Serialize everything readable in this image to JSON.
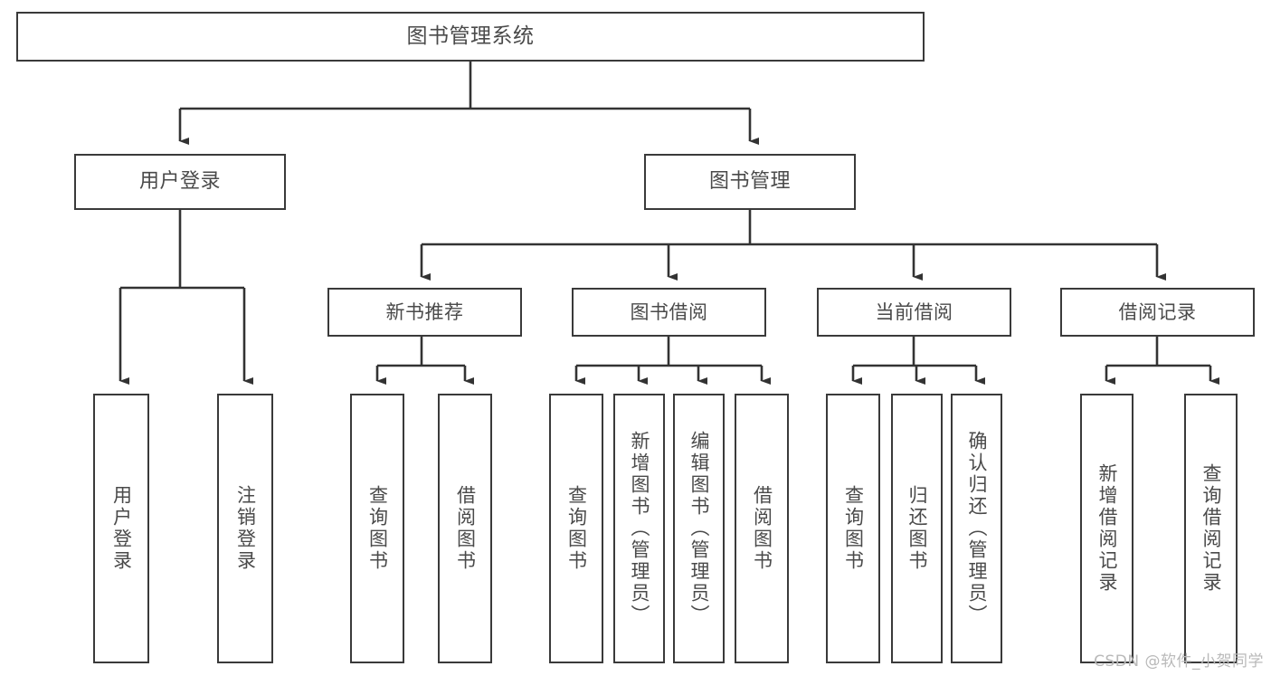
{
  "diagram": {
    "title": "图书管理系统",
    "type": "tree",
    "watermark": "CSDN @软件_小贺同学",
    "colors": {
      "box_border": "#3a3a3a",
      "box_fill": "#ffffff",
      "connector": "#333333",
      "text": "#4a4a4a",
      "watermark": "#b9b9b9",
      "background": "#ffffff"
    },
    "nodes": {
      "root": {
        "label": "图书管理系统"
      },
      "level2": [
        {
          "id": "user-login",
          "label": "用户登录"
        },
        {
          "id": "book-management",
          "label": "图书管理"
        }
      ],
      "level3": [
        {
          "id": "new-book-recommend",
          "label": "新书推荐"
        },
        {
          "id": "book-borrow",
          "label": "图书借阅"
        },
        {
          "id": "current-borrow",
          "label": "当前借阅"
        },
        {
          "id": "borrow-record",
          "label": "借阅记录"
        }
      ],
      "leaves": {
        "user-login": [
          {
            "id": "leaf-user-login",
            "label": "用户登录"
          },
          {
            "id": "leaf-user-logout",
            "label": "注销登录"
          }
        ],
        "new-book-recommend": [
          {
            "id": "leaf-query-book-1",
            "label": "查询图书"
          },
          {
            "id": "leaf-borrow-book-1",
            "label": "借阅图书"
          }
        ],
        "book-borrow": [
          {
            "id": "leaf-query-book-2",
            "label": "查询图书"
          },
          {
            "id": "leaf-add-book",
            "label": "新增图书（管理员）"
          },
          {
            "id": "leaf-edit-book",
            "label": "编辑图书（管理员）"
          },
          {
            "id": "leaf-borrow-book-2",
            "label": "借阅图书"
          }
        ],
        "current-borrow": [
          {
            "id": "leaf-query-book-3",
            "label": "查询图书"
          },
          {
            "id": "leaf-return-book",
            "label": "归还图书"
          },
          {
            "id": "leaf-confirm-return",
            "label": "确认归还（管理员）"
          }
        ],
        "borrow-record": [
          {
            "id": "leaf-add-record",
            "label": "新增借阅记录"
          },
          {
            "id": "leaf-query-record",
            "label": "查询借阅记录"
          }
        ]
      }
    }
  }
}
